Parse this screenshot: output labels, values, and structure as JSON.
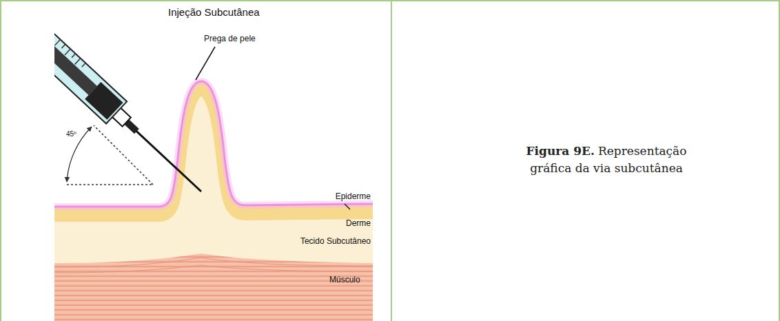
{
  "diagram": {
    "title": "Injeção Subcutânea",
    "caption": "Representação gráfica da via subcutânea",
    "labels": [
      "Prega de pele",
      "45º",
      "Epiderme",
      "Derme",
      "Tecido Subcutâneo",
      "Músculo",
      "Figura 9E."
    ]
  }
}
